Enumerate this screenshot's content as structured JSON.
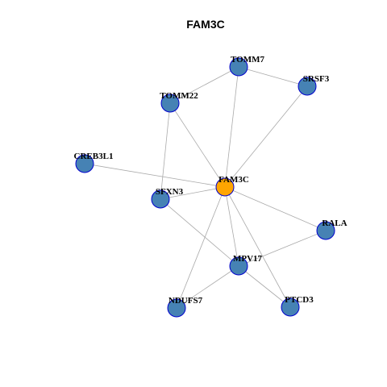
{
  "title": "FAM3C",
  "colors": {
    "center_node": "#FFA500",
    "node_fill": "#4682B4",
    "node_stroke": "#0000CD",
    "edge": "#AAAAAA"
  },
  "nodes": [
    {
      "id": "FAM3C",
      "label": "FAM3C",
      "center": true
    },
    {
      "id": "TOMM7",
      "label": "TOMM7"
    },
    {
      "id": "SRSF3",
      "label": "SRSF3"
    },
    {
      "id": "TOMM22",
      "label": "TOMM22"
    },
    {
      "id": "CREB3L1",
      "label": "CREB3L1"
    },
    {
      "id": "SFXN3",
      "label": "SFXN3"
    },
    {
      "id": "RALA",
      "label": "RALA"
    },
    {
      "id": "MPV17",
      "label": "MPV17"
    },
    {
      "id": "NDUFS7",
      "label": "NDUFS7"
    },
    {
      "id": "PTCD3",
      "label": "PTCD3"
    }
  ],
  "edges": [
    [
      "TOMM7",
      "TOMM22"
    ],
    [
      "TOMM7",
      "SRSF3"
    ],
    [
      "TOMM7",
      "FAM3C"
    ],
    [
      "SRSF3",
      "FAM3C"
    ],
    [
      "TOMM22",
      "FAM3C"
    ],
    [
      "TOMM22",
      "SFXN3"
    ],
    [
      "CREB3L1",
      "FAM3C"
    ],
    [
      "SFXN3",
      "FAM3C"
    ],
    [
      "SFXN3",
      "MPV17"
    ],
    [
      "FAM3C",
      "RALA"
    ],
    [
      "FAM3C",
      "MPV17"
    ],
    [
      "FAM3C",
      "NDUFS7"
    ],
    [
      "FAM3C",
      "PTCD3"
    ],
    [
      "RALA",
      "MPV17"
    ],
    [
      "MPV17",
      "NDUFS7"
    ],
    [
      "MPV17",
      "PTCD3"
    ]
  ]
}
